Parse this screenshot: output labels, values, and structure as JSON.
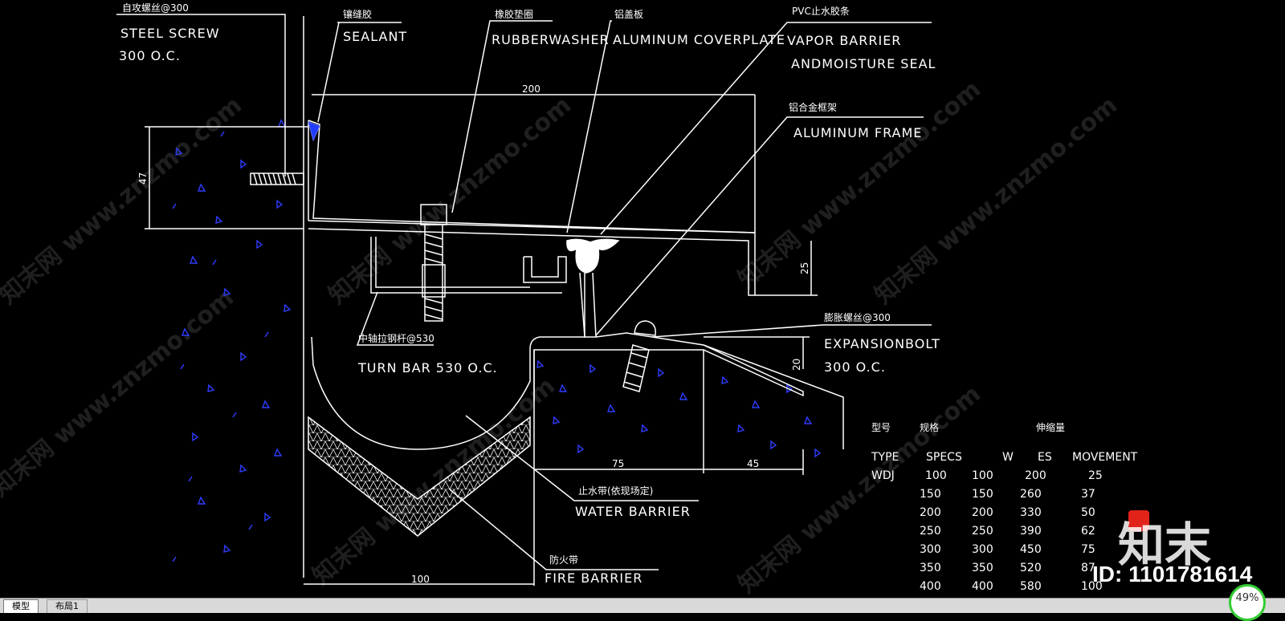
{
  "labels": {
    "steel_screw_cn": "自攻螺丝@300",
    "steel_screw": "STEEL SCREW",
    "steel_screw_oc": "300 O.C.",
    "sealant_cn": "镶缝胶",
    "sealant": "SEALANT",
    "washer_cn": "橡胶垫圈",
    "washer": "RUBBERWASHER",
    "coverplate_cn": "铝盖板",
    "coverplate": "ALUMINUM COVERPLATE",
    "pvc_cn": "PVC止水胶条",
    "vapor1": "VAPOR BARRIER",
    "vapor2": "ANDMOISTURE SEAL",
    "frame_cn": "铝合金框架",
    "frame": "ALUMINUM FRAME",
    "turnbar_cn": "中轴拉钢杆@530",
    "turnbar": "TURN BAR 530 O.C.",
    "bolt_cn": "膨胀螺丝@300",
    "bolt": "EXPANSIONBOLT",
    "bolt_oc": "300 O.C.",
    "water_cn": "止水带(依现场定)",
    "water": "WATER BARRIER",
    "fire_cn": "防火带",
    "fire": "FIRE BARRIER"
  },
  "dimensions": {
    "d200": "200",
    "d47": "47",
    "d25": "25",
    "d20": "20",
    "d75": "75",
    "d45": "45",
    "d100": "100"
  },
  "table": {
    "header_cn": [
      "型号",
      "规格",
      "伸缩量"
    ],
    "header": [
      "TYPE",
      "SPECS",
      "W",
      "ES",
      "MOVEMENT"
    ],
    "rows": [
      [
        "WDJ",
        "100",
        "100",
        "200",
        "25"
      ],
      [
        "",
        "150",
        "150",
        "260",
        "37"
      ],
      [
        "",
        "200",
        "200",
        "330",
        "50"
      ],
      [
        "",
        "250",
        "250",
        "390",
        "62"
      ],
      [
        "",
        "300",
        "300",
        "450",
        "75"
      ],
      [
        "",
        "350",
        "350",
        "520",
        "87"
      ],
      [
        "",
        "400",
        "400",
        "580",
        "100"
      ]
    ]
  },
  "watermark": "知末网 www.znzmo.com",
  "logo_text": "知末",
  "id_text": "ID: 1101781614",
  "tabs": [
    "模型",
    "布局1"
  ],
  "zoom_text": "49%",
  "colors": {
    "background": "#000000",
    "lines": "#ffffff",
    "hatch_marks": "#2f3dff",
    "sealant": "#1f3cff"
  }
}
